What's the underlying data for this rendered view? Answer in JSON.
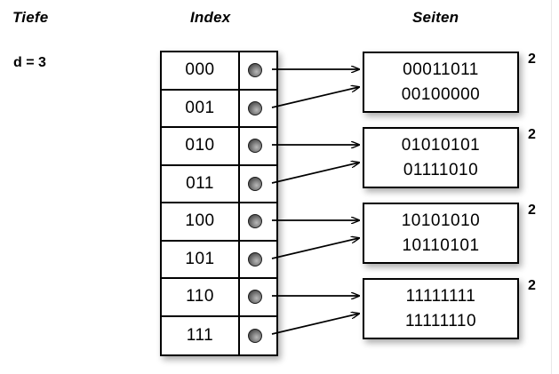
{
  "headings": {
    "depth": "Tiefe",
    "index": "Index",
    "pages": "Seiten"
  },
  "global_depth": {
    "label": "d = 3"
  },
  "directory": {
    "entries": [
      {
        "key": "000",
        "pointer_icon": "pointer-dot-icon",
        "target_page": 0
      },
      {
        "key": "001",
        "pointer_icon": "pointer-dot-icon",
        "target_page": 0
      },
      {
        "key": "010",
        "pointer_icon": "pointer-dot-icon",
        "target_page": 1
      },
      {
        "key": "011",
        "pointer_icon": "pointer-dot-icon",
        "target_page": 1
      },
      {
        "key": "100",
        "pointer_icon": "pointer-dot-icon",
        "target_page": 2
      },
      {
        "key": "101",
        "pointer_icon": "pointer-dot-icon",
        "target_page": 2
      },
      {
        "key": "110",
        "pointer_icon": "pointer-dot-icon",
        "target_page": 3
      },
      {
        "key": "111",
        "pointer_icon": "pointer-dot-icon",
        "target_page": 3
      }
    ]
  },
  "pages": [
    {
      "records": [
        "00011011",
        "00100000"
      ],
      "local_depth": "2"
    },
    {
      "records": [
        "01010101",
        "01111010"
      ],
      "local_depth": "2"
    },
    {
      "records": [
        "10101010",
        "10110101"
      ],
      "local_depth": "2"
    },
    {
      "records": [
        "11111111",
        "11111110"
      ],
      "local_depth": "2"
    }
  ],
  "colors": {
    "background": "#ffffff",
    "stroke": "#000000",
    "pointer_dot": "#555555"
  }
}
